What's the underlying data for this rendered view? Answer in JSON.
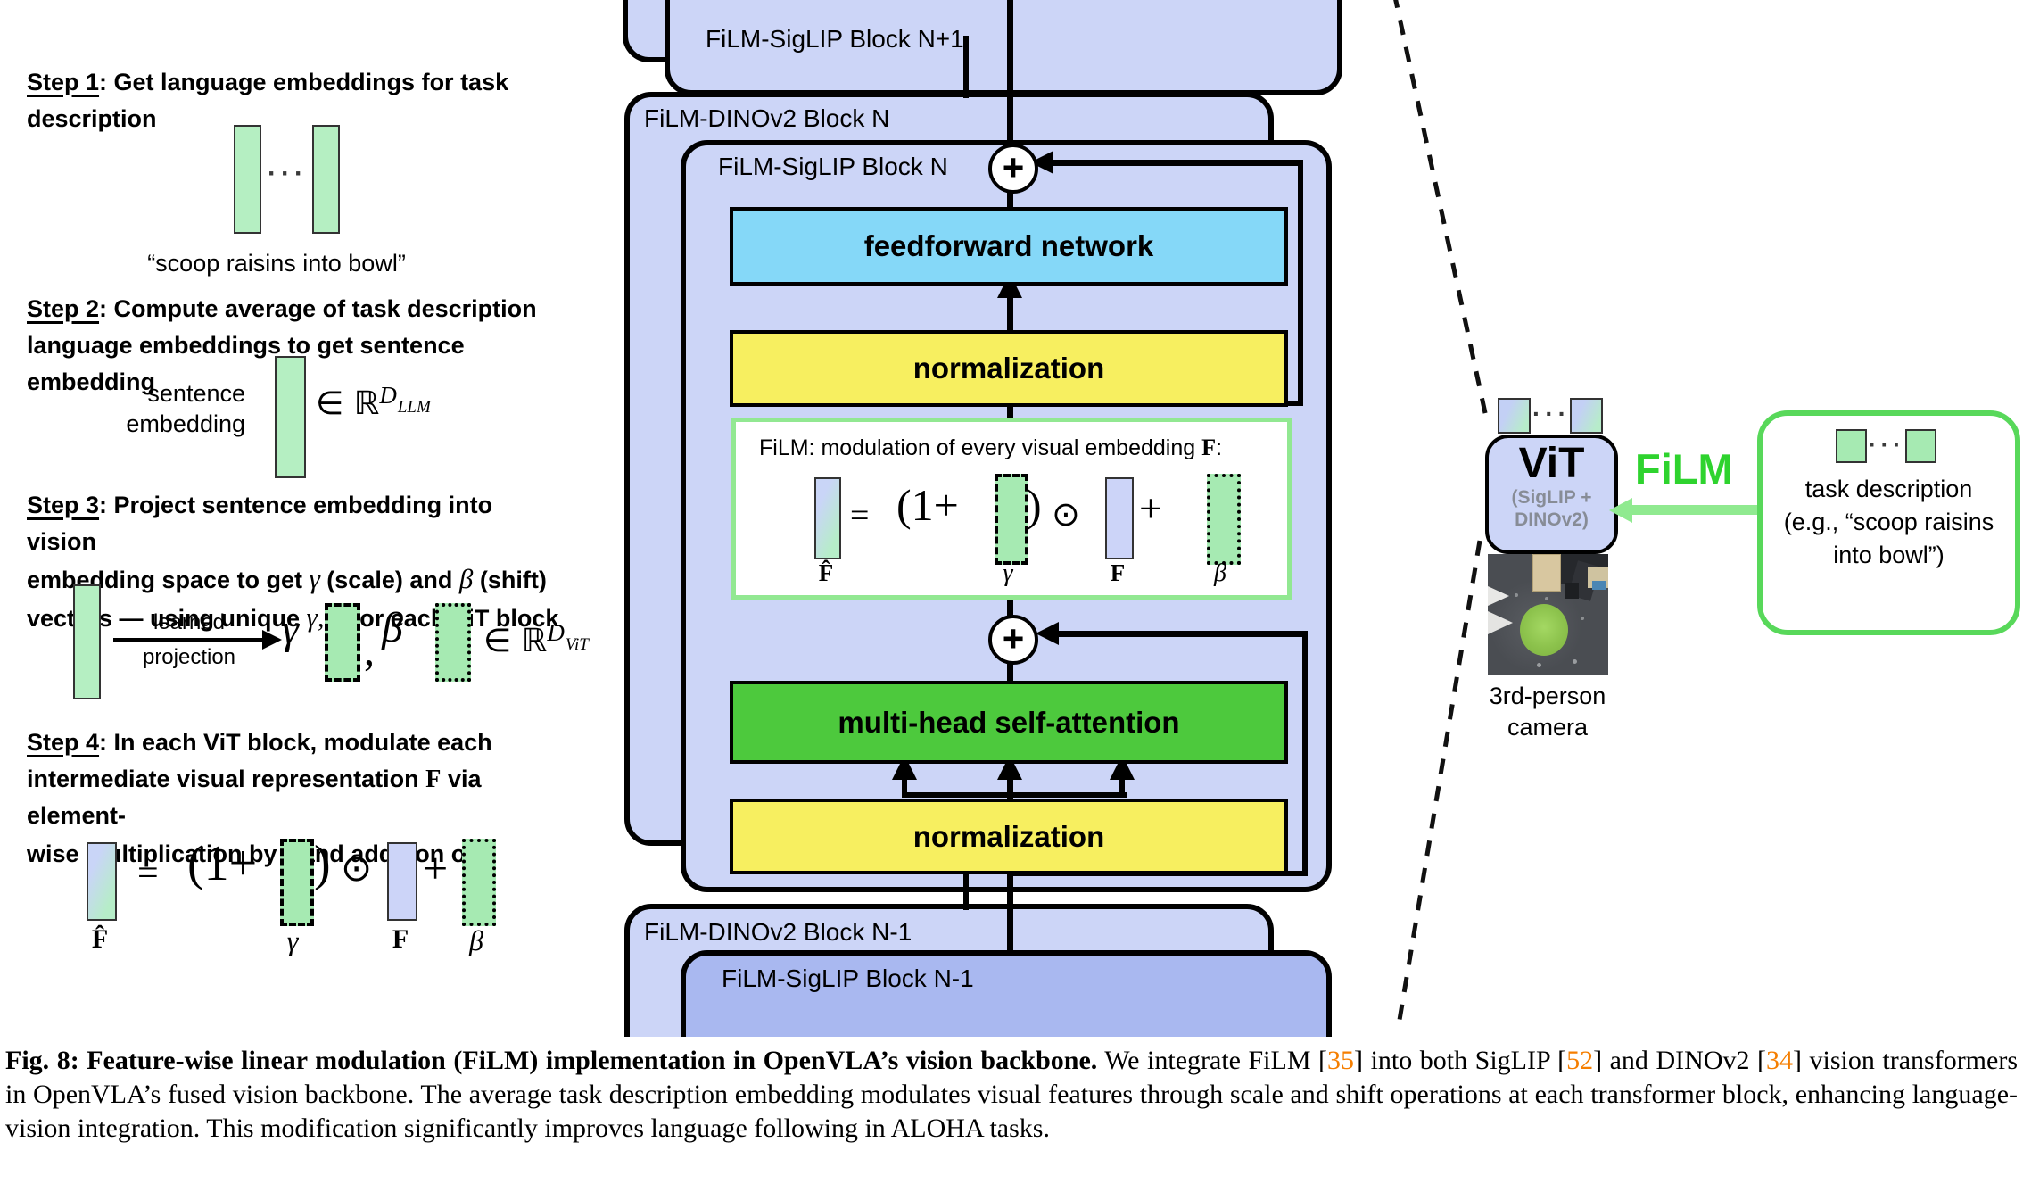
{
  "steps": {
    "s1": {
      "heading": [
        {
          "t": "Step 1",
          "c": "u"
        },
        {
          "t": ": Get language embeddings for task\ndescription"
        }
      ],
      "dots": "···",
      "quote": "“scoop raisins into bowl”"
    },
    "s2": {
      "heading": [
        {
          "t": "Step 2",
          "c": "u"
        },
        {
          "t": ": Compute average of task description\nlanguage embeddings to get sentence embedding"
        }
      ],
      "embed_label": "sentence\nembedding",
      "set_membership": "∈ ℝ",
      "dim_sup": "D",
      "dim_sub": "LLM"
    },
    "s3": {
      "heading": [
        {
          "t": "Step 3",
          "c": "u"
        },
        {
          "t": ": Project sentence embedding into vision\nembedding space to get "
        },
        {
          "t": "γ",
          "c": "m"
        },
        {
          "t": " (scale) and "
        },
        {
          "t": "β",
          "c": "m"
        },
        {
          "t": " (shift)\nvectors — using unique "
        },
        {
          "t": "γ, β",
          "c": "m"
        },
        {
          "t": " for each ViT block"
        }
      ],
      "arrow_top": "learned",
      "arrow_bottom": "projection",
      "gamma": "γ",
      "comma": ",",
      "beta": "β",
      "set_membership": "∈ ℝ",
      "dim_sup": "D",
      "dim_sub": "ViT"
    },
    "s4": {
      "heading": [
        {
          "t": "Step 4",
          "c": "u"
        },
        {
          "t": ": In each ViT block, modulate each\nintermediate visual representation "
        },
        {
          "t": "F",
          "c": "mb"
        },
        {
          "t": " via element-\nwise multiplication by "
        },
        {
          "t": "γ",
          "c": "m"
        },
        {
          "t": " and addition of "
        },
        {
          "t": "β",
          "c": "m"
        }
      ],
      "eq": {
        "fhat": "F̂",
        "eq": "=",
        "open": "(1+",
        "close": ")",
        "odot": "⊙",
        "plus": "+",
        "gamma": "γ",
        "f": "F",
        "beta": "β"
      }
    }
  },
  "diagram": {
    "blocks": {
      "sig_np1": "FiLM-SigLIP Block N+1",
      "dino_n": "FiLM-DINOv2 Block N",
      "sig_n": "FiLM-SigLIP Block N",
      "dino_nm1": "FiLM-DINOv2 Block N-1",
      "sig_nm1": "FiLM-SigLIP Block N-1"
    },
    "ffn": "feedforward network",
    "norm1": "normalization",
    "norm2": "normalization",
    "mhsa": "multi-head self-attention",
    "plus": "+",
    "film_title": [
      {
        "t": "FiLM: modulation of every visual embedding "
      },
      {
        "t": "F",
        "c": "mb"
      },
      {
        "t": ":"
      }
    ],
    "film_eq": {
      "fhat": "F̂",
      "eq": "=",
      "open": "(1+",
      "close": ")",
      "odot": "⊙",
      "plus": "+",
      "gamma": "γ",
      "f": "F",
      "beta": "β"
    }
  },
  "right": {
    "dots_top": "···",
    "vit": "ViT",
    "vit_sub": "(SigLIP +\nDINOv2)",
    "film_label": "FiLM",
    "task_dots": "···",
    "task_text": "task description\n(e.g., “scoop raisins\ninto bowl”)",
    "camera_label": "3rd-person\ncamera"
  },
  "caption": {
    "runs": [
      {
        "t": "Fig. 8: Feature-wise linear modulation (FiLM) implementation in OpenVLA’s vision backbone.",
        "c": "b"
      },
      {
        "t": " We integrate FiLM ["
      },
      {
        "t": "35",
        "c": "o"
      },
      {
        "t": "] into both SigLIP ["
      },
      {
        "t": "52",
        "c": "o"
      },
      {
        "t": "] and DINOv2 ["
      },
      {
        "t": "34",
        "c": "o"
      },
      {
        "t": "] vision transformers in OpenVLA’s fused vision backbone. The average task description embedding modulates visual features through scale and shift operations at each transformer block, enhancing language-vision integration. This modification significantly improves language following in ALOHA tasks."
      }
    ]
  },
  "colors": {
    "block": "#ccd5f7",
    "block_dark": "#a9b8f0",
    "ffn": "#85d8f8",
    "norm": "#f7ef60",
    "mhsa": "#4dc93d",
    "film_border": "#92e892",
    "task_border": "#58d85a",
    "film_text": "#2ed32e",
    "arrow_green": "#90ea90",
    "bar": "#b5efc2",
    "chip": "#a6eab2",
    "fbar": "#ccd4f8",
    "citation": "#f57e00"
  }
}
